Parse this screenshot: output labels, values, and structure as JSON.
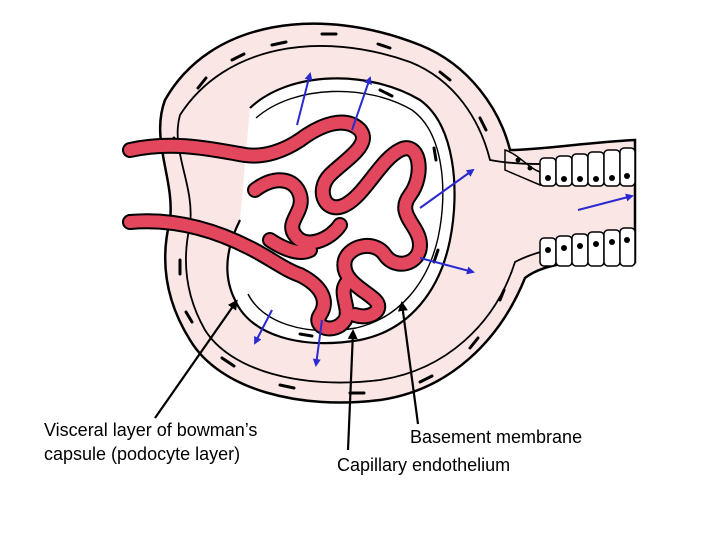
{
  "labels": {
    "visceral_line1": "Visceral layer of bowman’s",
    "visceral_line2": "capsule (podocyte layer)",
    "basement": "Basement membrane",
    "capillary": "Capillary endothelium"
  },
  "colors": {
    "capsule_fill": "#fbe6e6",
    "vessel": "#e2475d",
    "filtration_arrow": "#2a2ad0",
    "outline": "#000000"
  },
  "icons": {
    "filtration_arrows": "arrow-icon",
    "pointer_arrows": "arrow-icon"
  }
}
